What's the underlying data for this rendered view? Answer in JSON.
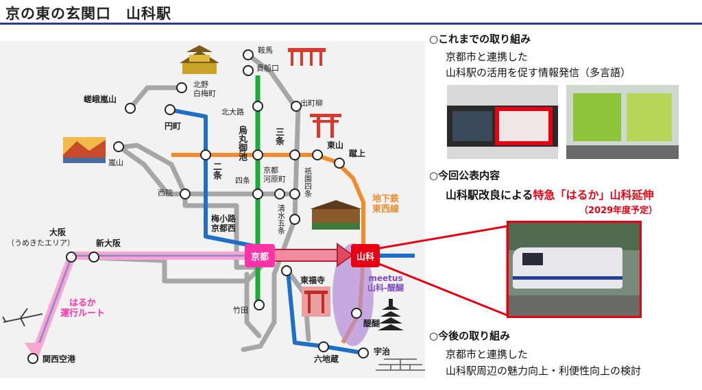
{
  "title": "京の東の玄関口　山科駅",
  "map": {
    "stations": {
      "kurama": "鞍馬",
      "kibuneguchi": "貴船口",
      "kitano_hakubaicho": "北野\n白梅町",
      "demachiyanagi": "出町柳",
      "saga_arashiyama": "嵯峨嵐山",
      "kitaoji": "北大路",
      "enmachi": "円町",
      "arashiyama": "嵐山",
      "karasuma_oike": "烏丸御池",
      "sanjo": "三条",
      "higashiyama": "東山",
      "keage": "蹴上",
      "shijo": "四条",
      "kyoto_kawaramachi": "京都\n河原町",
      "gion_shijo": "祇園四条",
      "saiin": "西院",
      "kiyomizu_gojo": "清水五条",
      "nijo": "二条",
      "umekoji_kyotonishi": "梅小路\n京都西",
      "osaka": "大阪",
      "osaka_sub": "（うめきたエリア）",
      "shin_osaka": "新大阪",
      "kyoto": "京都",
      "yamashina": "山科",
      "tofukuji": "東福寺",
      "takeda": "竹田",
      "daigo": "醍醐",
      "rokujizo": "六地蔵",
      "uji": "宇治",
      "kansai_airport": "関西空港"
    },
    "line_labels": {
      "tozai": "地下鉄\n東西線",
      "haruka": "はるか\n運行ルート",
      "meetus": "meetus\n山科-醍醐"
    }
  },
  "right": {
    "section1_heading": "○これまでの取り組み",
    "section1_line1": "京都市と連携した",
    "section1_line2": "山科駅の活用を促す情報発信（多言語）",
    "section2_heading": "○今回公表内容",
    "section2_prefix": "山科駅改良による",
    "section2_highlight": "特急「はるか」山科延伸",
    "section2_note": "（2029年度予定）",
    "section3_heading": "○今後の取り組み",
    "section3_line1": "京都市と連携した",
    "section3_line2": "山科駅周辺の魅力向上・利便性向上の検討"
  },
  "colors": {
    "title_rule": "#2b3a8a",
    "highlight": "#e60012",
    "kyoto_hub": "#ff33a8",
    "yamashina_hub": "#e60012",
    "gray_line": "#a6a6a6",
    "karasuma_line": "#1fa83c",
    "tozai_line": "#f08a2c",
    "blue_line": "#1f6fc4",
    "haruka_route": "#f7a8cf",
    "meetus": "#b48ad6"
  },
  "icons": [
    "kinkakuji-icon",
    "torii-icon",
    "arashiyama-icon",
    "kiyomizu-temple-icon",
    "fushimi-inari-icon",
    "pagoda-icon",
    "byodoin-icon",
    "airplane-icon"
  ]
}
